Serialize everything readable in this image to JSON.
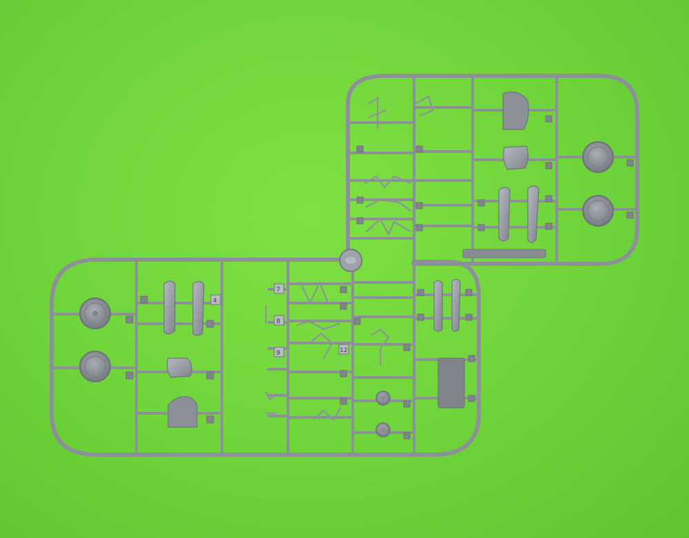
{
  "sprue": {
    "part_numbers": [
      "4",
      "7",
      "8",
      "9",
      "12"
    ],
    "frame_color": "#8c9197",
    "part_color": "#9aa0a7",
    "background_color": "#6fd33a"
  }
}
